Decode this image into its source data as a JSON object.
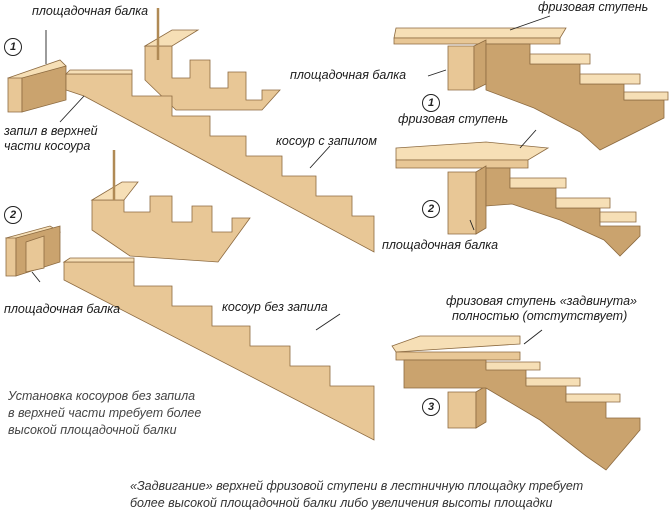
{
  "colors": {
    "wood_face": "#e8c796",
    "wood_top": "#f6dfb6",
    "wood_side": "#caa36e",
    "outline": "#8c6a40",
    "text": "#1b1b1b",
    "caption": "#444444"
  },
  "left": {
    "diagram_1": {
      "number": "1",
      "beam_label": "площадочная балка",
      "notch_label": [
        "запил в верхней",
        "части косоура"
      ],
      "stringer_label": "косоур с запилом"
    },
    "diagram_2": {
      "number": "2",
      "beam_label": "площадочная балка",
      "stringer_label": "косоур без запила"
    },
    "caption": [
      "Установка косоуров без запила",
      "в верхней части требует более",
      "высокой площадочной балки"
    ]
  },
  "right": {
    "diagram_1": {
      "number": "1",
      "step_label": "фризовая ступень",
      "beam_label": "площадочная балка"
    },
    "diagram_2": {
      "number": "2",
      "step_label": "фризовая ступень",
      "beam_label": "площадочная балка"
    },
    "diagram_3": {
      "number": "3",
      "step_label": [
        "фризовая ступень «задвинута»",
        "полностью (отстутствует)"
      ]
    }
  },
  "bottom_caption": [
    "«Задвигание» верхней фризовой ступени в лестничную площадку требует",
    "более высокой площадочной балки либо увеличения высоты площадки"
  ]
}
